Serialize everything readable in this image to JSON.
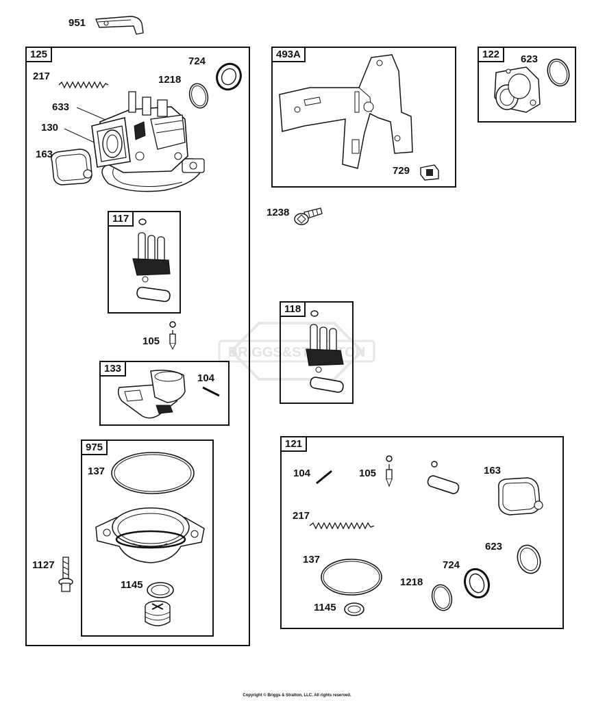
{
  "watermark": "BRIGGS&STRATTON",
  "copyright": "Copyright © Briggs & Stratton, LLC. All rights reserved.",
  "groups": {
    "g125": "125",
    "g493a": "493A",
    "g122": "122",
    "g117": "117",
    "g133": "133",
    "g975": "975",
    "g118": "118",
    "g121": "121"
  },
  "callouts": {
    "c951": "951",
    "c724": "724",
    "c217": "217",
    "c1218": "1218",
    "c633": "633",
    "c130": "130",
    "c163": "163",
    "c105": "105",
    "c104": "104",
    "c137": "137",
    "c1127": "1127",
    "c1145": "1145",
    "c729": "729",
    "c623_top": "623",
    "c1238": "1238",
    "c104_kit": "104",
    "c105_kit": "105",
    "c163_kit": "163",
    "c217_kit": "217",
    "c137_kit": "137",
    "c623_kit": "623",
    "c724_kit": "724",
    "c1218_kit": "1218",
    "c1145_kit": "1145"
  }
}
